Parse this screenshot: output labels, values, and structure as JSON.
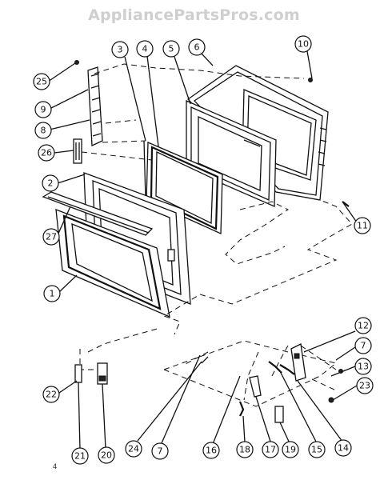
{
  "watermark": "AppliancePartsPros.com",
  "page_mark": "4",
  "callouts": [
    {
      "id": "c25",
      "label": "25"
    },
    {
      "id": "c9",
      "label": "9"
    },
    {
      "id": "c8",
      "label": "8"
    },
    {
      "id": "c26",
      "label": "26"
    },
    {
      "id": "c2",
      "label": "2"
    },
    {
      "id": "c27",
      "label": "27"
    },
    {
      "id": "c1",
      "label": "1"
    },
    {
      "id": "c3",
      "label": "3"
    },
    {
      "id": "c4",
      "label": "4"
    },
    {
      "id": "c5",
      "label": "5"
    },
    {
      "id": "c6",
      "label": "6"
    },
    {
      "id": "c10",
      "label": "10"
    },
    {
      "id": "c11",
      "label": "11"
    },
    {
      "id": "c12",
      "label": "12"
    },
    {
      "id": "c7a",
      "label": "7"
    },
    {
      "id": "c13",
      "label": "13"
    },
    {
      "id": "c23",
      "label": "23"
    },
    {
      "id": "c22",
      "label": "22"
    },
    {
      "id": "c21",
      "label": "21"
    },
    {
      "id": "c20",
      "label": "20"
    },
    {
      "id": "c24",
      "label": "24"
    },
    {
      "id": "c7b",
      "label": "7"
    },
    {
      "id": "c16",
      "label": "16"
    },
    {
      "id": "c18",
      "label": "18"
    },
    {
      "id": "c17",
      "label": "17"
    },
    {
      "id": "c19",
      "label": "19"
    },
    {
      "id": "c15",
      "label": "15"
    },
    {
      "id": "c14",
      "label": "14"
    }
  ]
}
